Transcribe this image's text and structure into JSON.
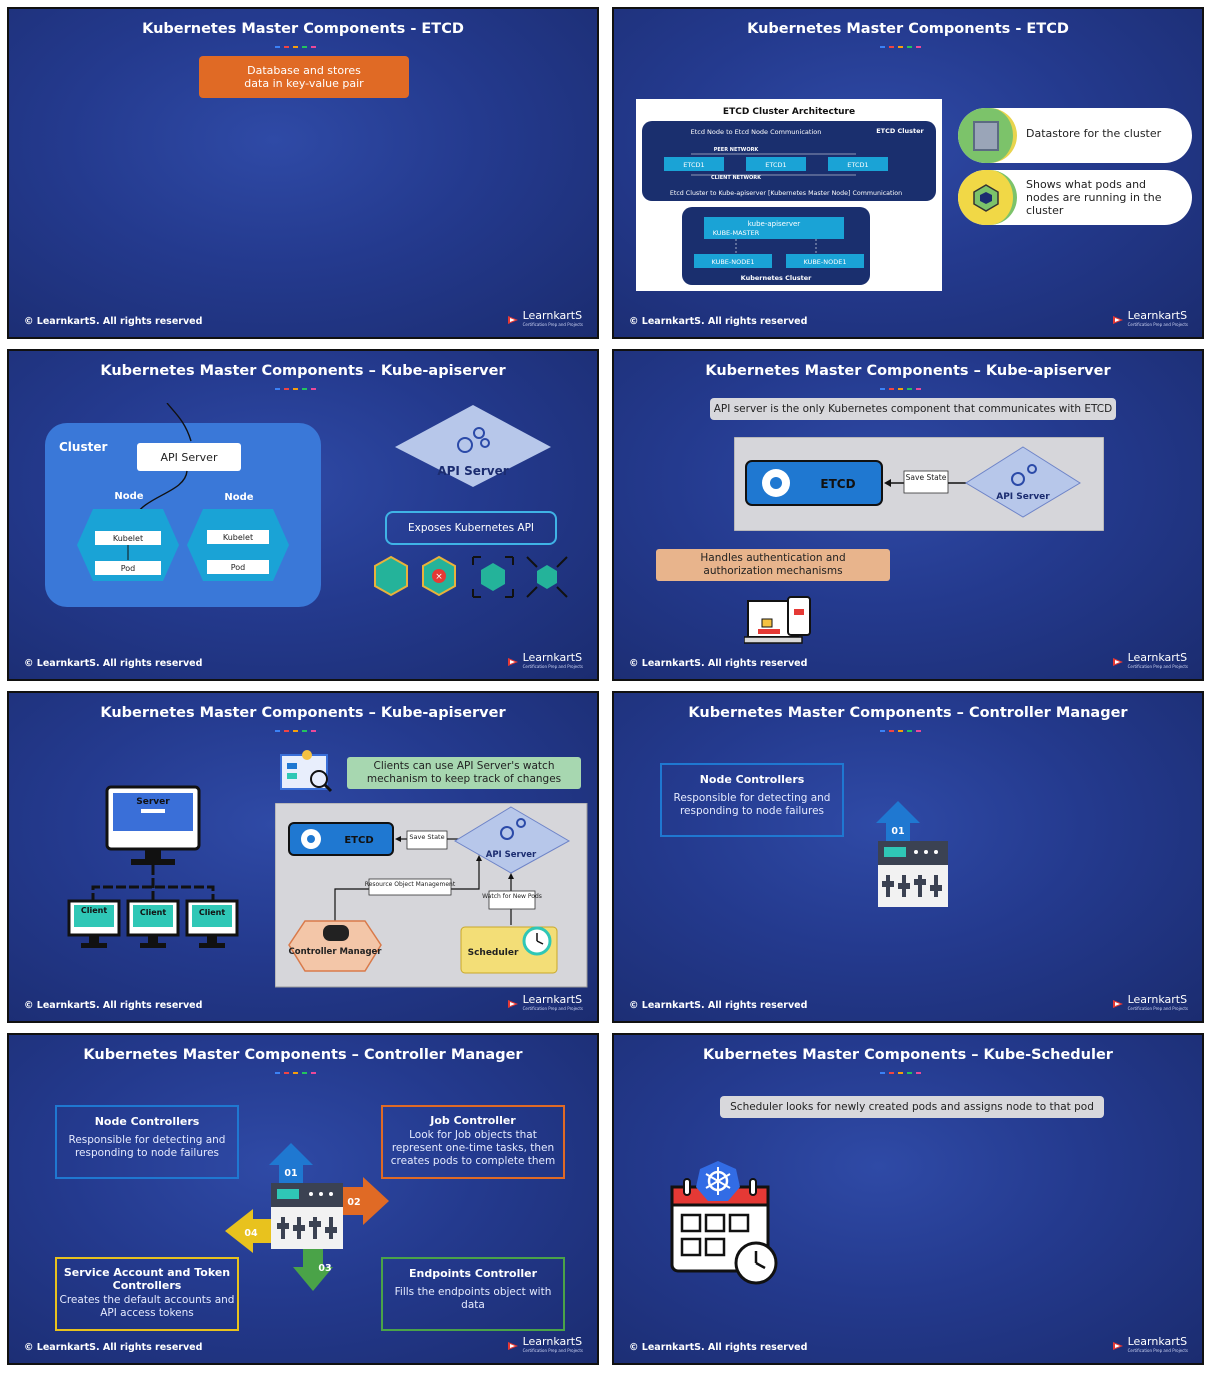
{
  "footer": {
    "copyright": "© LearnkartS. All rights reserved",
    "logo": "LearnkartS",
    "logo_tag": "Certification Prep and Projects"
  },
  "colors": {
    "bg": "#243a8e",
    "orange": "#e06a25",
    "peach": "#e8b48c",
    "mint": "#a7d7b0",
    "blue_card": "#1f78d1",
    "orange_card": "#e06a25",
    "yellow_card": "#e8c21e",
    "green_card": "#4aa348"
  },
  "s1": {
    "title": "Kubernetes Master Components - ETCD",
    "callout": "Database and stores data in key-value pair"
  },
  "s2": {
    "title": "Kubernetes Master Components - ETCD",
    "arch_title": "ETCD Cluster Architecture",
    "etcd_comm": "Etcd Node to Etcd Node Communication",
    "etcd_cluster": "ETCD Cluster",
    "peer": "PEER NETWORK",
    "client": "CLIENT NETWORK",
    "node1": "ETCD1",
    "node2": "ETCD1",
    "node3": "ETCD1",
    "cluster_comm": "Etcd Cluster to  Kube-apiserver  [Kubernetes Master Node] Communication",
    "kube_api": "kube-apiserver",
    "kube_master": "KUBE-MASTER",
    "kn1": "KUBE-NODE1",
    "kn2": "KUBE-NODE1",
    "k8s_cluster": "Kubernetes Cluster",
    "pill1": "Datastore for the cluster",
    "pill2": "Shows what pods and nodes are running in the cluster"
  },
  "s3": {
    "title": "Kubernetes Master Components – Kube-apiserver",
    "cluster": "Cluster",
    "api_server_box": "API Server",
    "node1": "Node",
    "node2": "Node",
    "kubelet1": "Kubelet",
    "kubelet2": "Kubelet",
    "pod1": "Pod",
    "pod2": "Pod",
    "diamond": "API Server",
    "exposes": "Exposes Kubernetes API"
  },
  "s4": {
    "title": "Kubernetes Master Components – Kube-apiserver",
    "banner": "API server is the only Kubernetes component that communicates with ETCD",
    "etcd": "ETCD",
    "save": "Save State",
    "api": "API Server",
    "auth": "Handles authentication and authorization mechanisms"
  },
  "s5": {
    "title": "Kubernetes Master Components – Kube-apiserver",
    "server": "Server",
    "client1": "Client",
    "client2": "Client",
    "client3": "Client",
    "watch": "Clients can use API Server's watch mechanism to keep track of changes",
    "etcd": "ETCD",
    "save": "Save State",
    "api": "API Server",
    "rom": "Resource Object Management",
    "watch_pods": "Watch for New Pods",
    "cm": "Controller Manager",
    "sched": "Scheduler"
  },
  "s6": {
    "title": "Kubernetes Master Components – Controller Manager",
    "nc_h": "Node Controllers",
    "nc_b": "Responsible for detecting and responding to node failures",
    "n01": "01"
  },
  "s7": {
    "title": "Kubernetes Master Components – Controller Manager",
    "nc_h": "Node Controllers",
    "nc_b": "Responsible for detecting and responding to node failures",
    "jc_h": "Job Controller",
    "jc_b": "Look for Job objects that represent one-time tasks, then creates pods to complete them",
    "sa_h": "Service Account and Token Controllers",
    "sa_b": "Creates the default accounts and API access tokens",
    "ec_h": "Endpoints Controller",
    "ec_b": "Fills the endpoints object with data",
    "n01": "01",
    "n02": "02",
    "n03": "03",
    "n04": "04"
  },
  "s8": {
    "title": "Kubernetes Master Components – Kube-Scheduler",
    "banner": "Scheduler looks for newly created pods and assigns node to that pod"
  }
}
